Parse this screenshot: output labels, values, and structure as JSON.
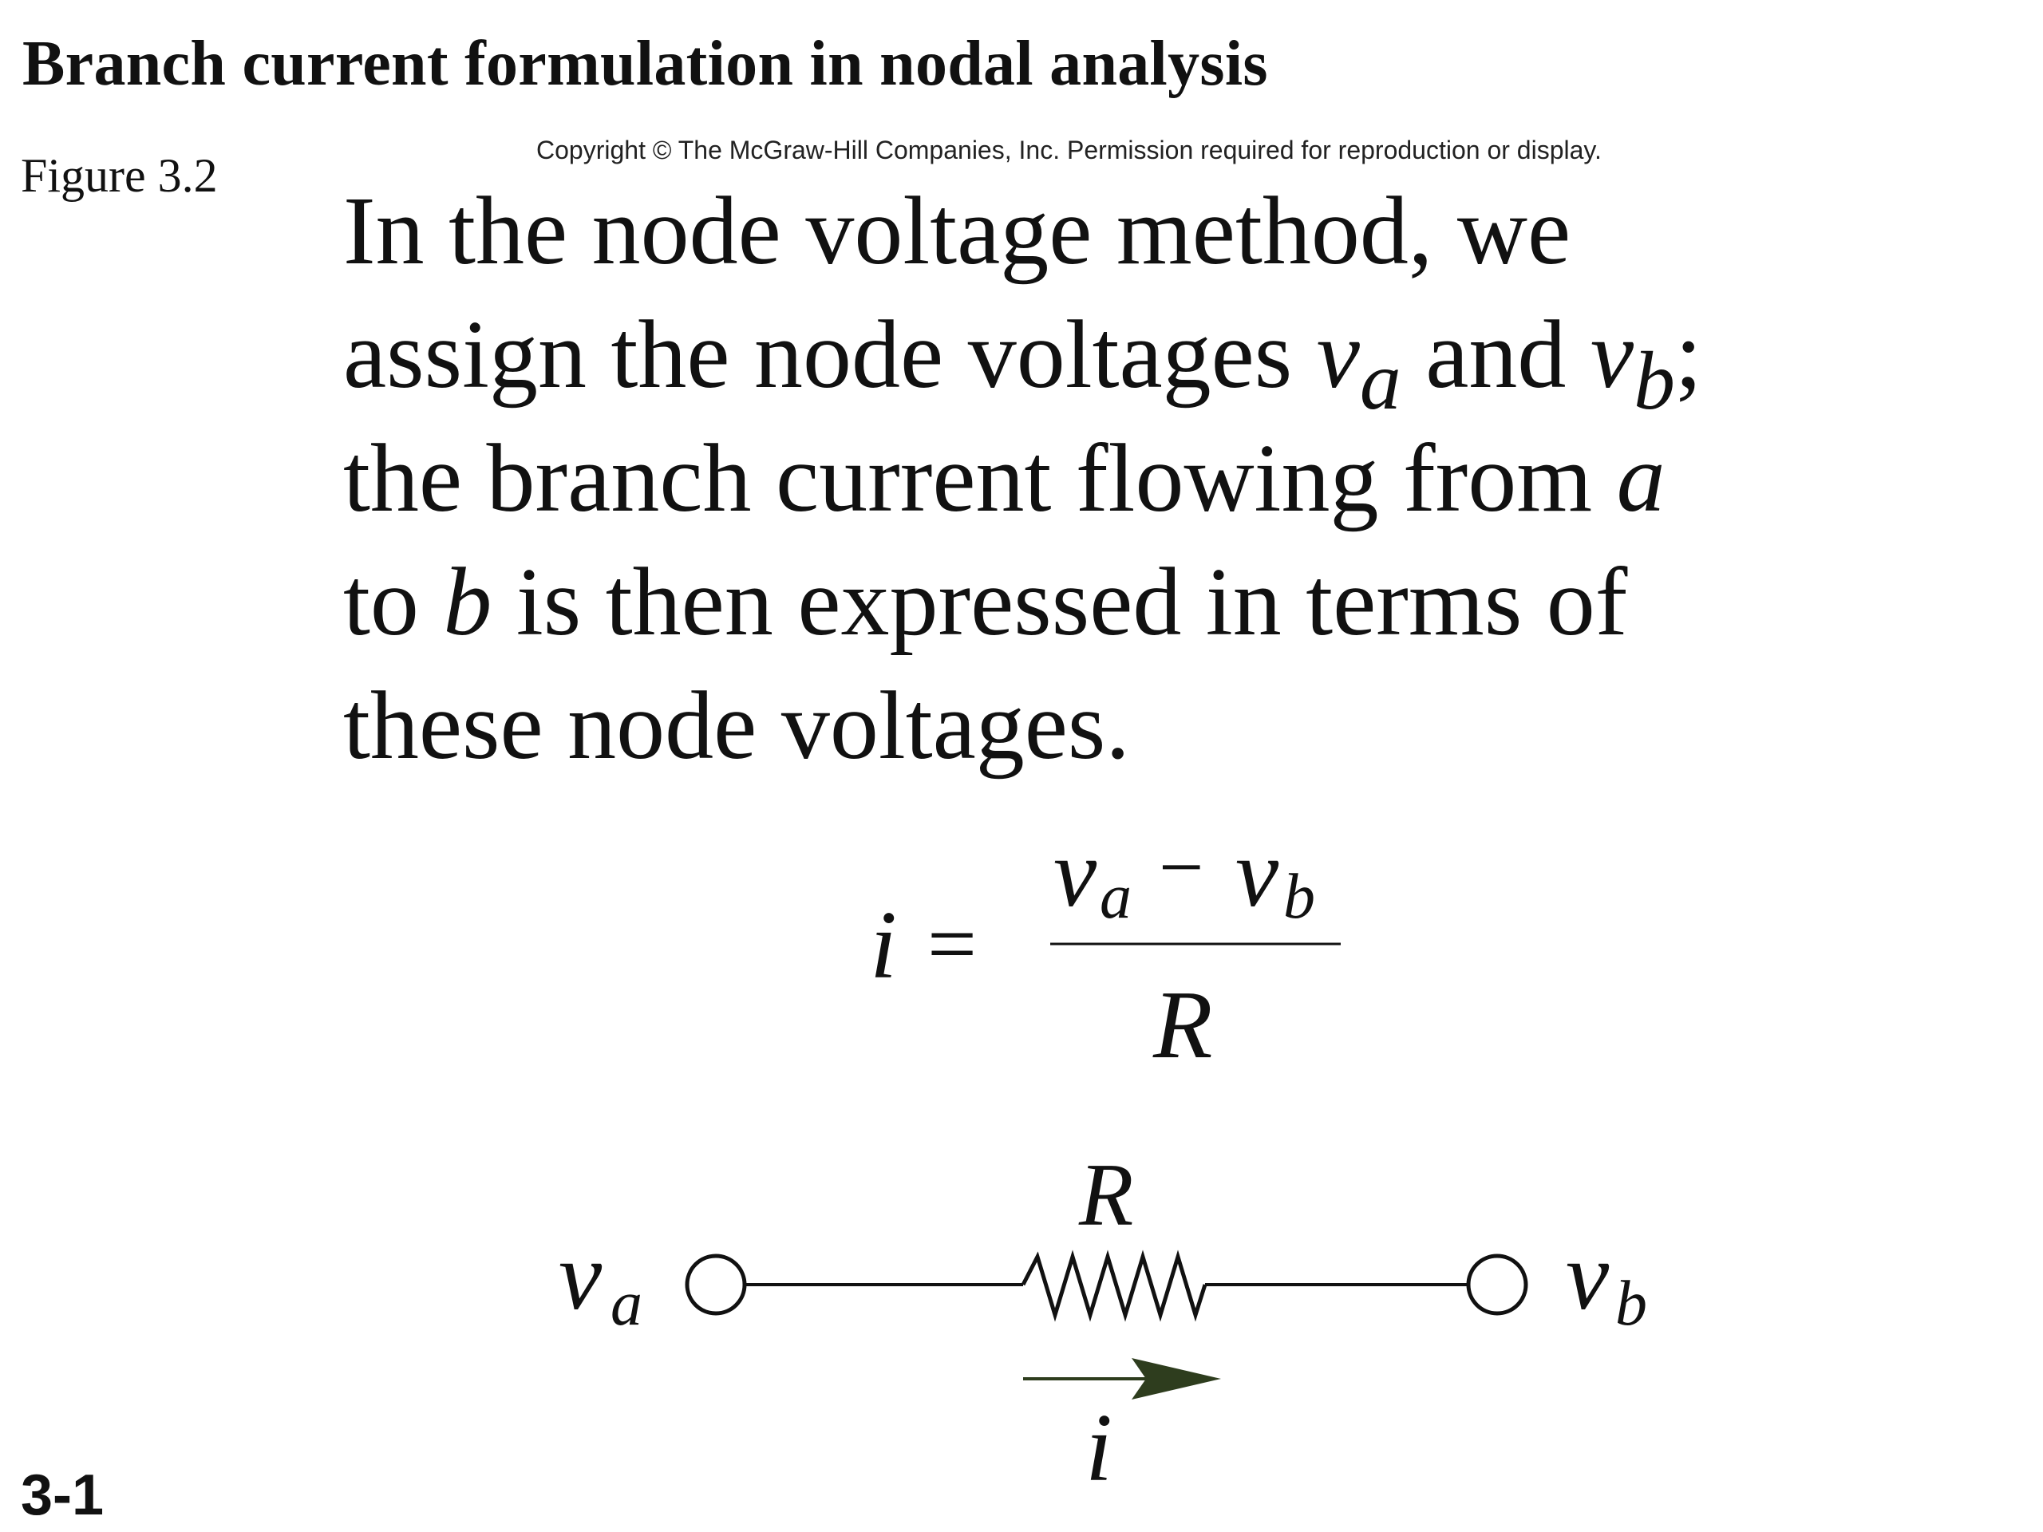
{
  "slide": {
    "title": "Branch current formulation in nodal analysis",
    "figure_label": "Figure 3.2",
    "copyright": "Copyright © The McGraw-Hill Companies, Inc. Permission required for reproduction or display.",
    "slide_number": "3-1"
  },
  "text": {
    "l1": "In the node voltage method, we",
    "l2_a": "assign the node voltages ",
    "v": "v",
    "sub_a": "a",
    "sub_b": "b",
    "l2_b": " and ",
    "l2_c": ";",
    "l3_a": "the branch current flowing from ",
    "l3_var": "a",
    "l4_a": "to ",
    "l4_var": "b",
    "l4_b": " is then expressed in terms of",
    "l5": "these node voltages."
  },
  "equation": {
    "lhs": "i",
    "equals": "=",
    "num_v1": "v",
    "num_sub1": "a",
    "minus": "−",
    "num_v2": "v",
    "num_sub2": "b",
    "den": "R"
  },
  "circuit": {
    "resistor_label": "R",
    "node_a_v": "v",
    "node_a_sub": "a",
    "node_b_v": "v",
    "node_b_sub": "b",
    "current_label": "i",
    "arrow_color": "#2e3d1e"
  }
}
